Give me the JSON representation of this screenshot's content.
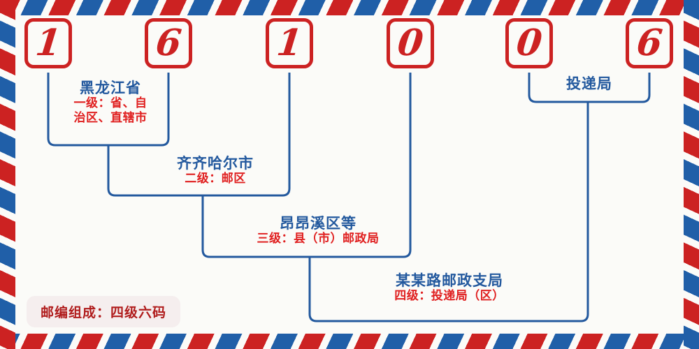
{
  "envelope": {
    "stripe_red": "#cc2222",
    "stripe_blue": "#205fa8",
    "paper": "#fbfbf8"
  },
  "postcode": {
    "value": "161006",
    "digits": [
      {
        "index": 1,
        "char": "1"
      },
      {
        "index": 2,
        "char": "6"
      },
      {
        "index": 3,
        "char": "1"
      },
      {
        "index": 4,
        "char": "0"
      },
      {
        "index": 5,
        "char": "0"
      },
      {
        "index": 6,
        "char": "6"
      }
    ],
    "box_border_color": "#cc2222",
    "digit_color": "#cc2222"
  },
  "bracket_color": "#23599e",
  "levels": [
    {
      "id": "level-1",
      "title": "黑龙江省",
      "subtitle_lines": [
        "一级：省、自",
        "治区、直辖市"
      ],
      "spans_digits": "1-2",
      "title_color": "#23599e",
      "subtitle_color": "#e02020"
    },
    {
      "id": "level-2",
      "title": "齐齐哈尔市",
      "subtitle_lines": [
        "二级：邮区"
      ],
      "spans_digits": "1-3",
      "title_color": "#23599e",
      "subtitle_color": "#e02020"
    },
    {
      "id": "level-3",
      "title": "昂昂溪区等",
      "subtitle_lines": [
        "三级：县（市）邮政局"
      ],
      "spans_digits": "1-4",
      "title_color": "#23599e",
      "subtitle_color": "#e02020"
    },
    {
      "id": "level-4",
      "title": "某某路邮政支局",
      "subtitle_lines": [
        "四级：投递局（区）"
      ],
      "spans_digits": "1-6",
      "title_color": "#23599e",
      "subtitle_color": "#e02020"
    }
  ],
  "delivery_office": {
    "title": "投递局",
    "spans_digits": "5-6",
    "title_color": "#23599e"
  },
  "badge": {
    "text": "邮编组成：四级六码",
    "text_color": "#b01c1c",
    "background": "#f5eeee"
  }
}
